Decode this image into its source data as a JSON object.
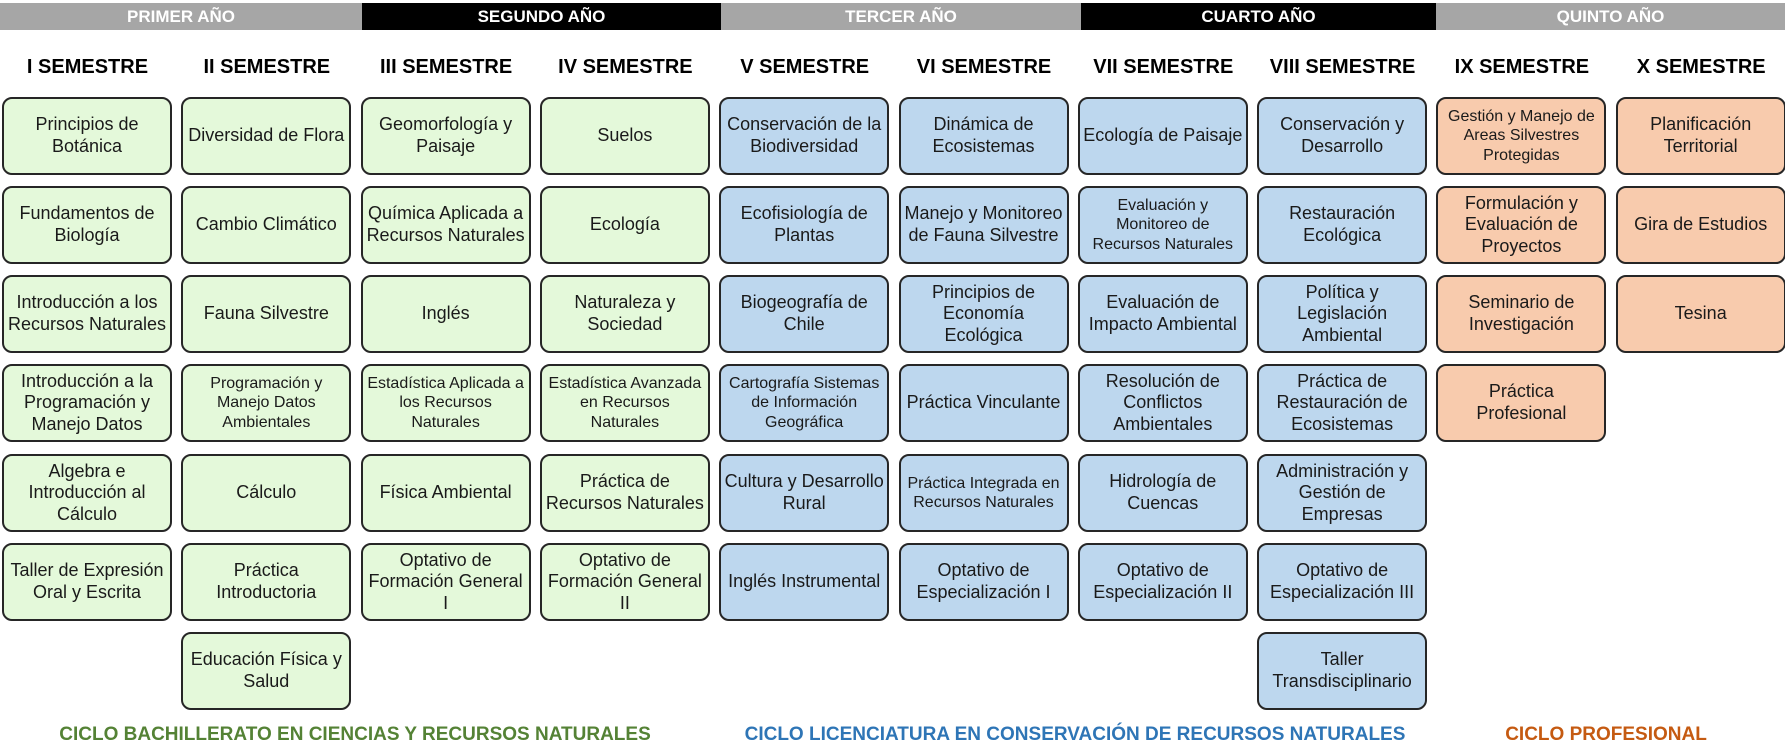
{
  "years": [
    "PRIMER AÑO",
    "SEGUNDO AÑO",
    "TERCER AÑO",
    "CUARTO AÑO",
    "QUINTO AÑO"
  ],
  "semesters": [
    "I SEMESTRE",
    "II SEMESTRE",
    "III SEMESTRE",
    "IV SEMESTRE",
    "V SEMESTRE",
    "VI SEMESTRE",
    "VII SEMESTRE",
    "VIII SEMESTRE",
    "IX SEMESTRE",
    "X SEMESTRE"
  ],
  "courses": [
    [
      "Principios de Botánica",
      "Fundamentos de Biología",
      "Introducción a los Recursos Naturales",
      "Introducción a la Programación y Manejo Datos",
      "Algebra e Introducción al Cálculo",
      "Taller de Expresión Oral y Escrita"
    ],
    [
      "Diversidad de Flora",
      "Cambio Climático",
      "Fauna Silvestre",
      "Programación y Manejo Datos Ambientales",
      "Cálculo",
      "Práctica Introductoria",
      "Educación Física y Salud"
    ],
    [
      "Geomorfología y Paisaje",
      "Química Aplicada a Recursos Naturales",
      "Inglés",
      "Estadística Aplicada a los Recursos Naturales",
      "Física Ambiental",
      "Optativo de Formación General I"
    ],
    [
      "Suelos",
      "Ecología",
      "Naturaleza y Sociedad",
      "Estadística Avanzada en Recursos Naturales",
      "Práctica de Recursos Naturales",
      "Optativo de Formación General II"
    ],
    [
      "Conservación de la Biodiversidad",
      "Ecofisiología de Plantas",
      "Biogeografía de Chile",
      "Cartografía Sistemas de Información Geográfica",
      "Cultura y Desarrollo Rural",
      "Inglés Instrumental"
    ],
    [
      "Dinámica de Ecosistemas",
      "Manejo y Monitoreo de Fauna Silvestre",
      "Principios de Economía Ecológica",
      "Práctica Vinculante",
      "Práctica Integrada en Recursos Naturales",
      "Optativo de Especialización I"
    ],
    [
      "Ecología de Paisaje",
      "Evaluación y Monitoreo de Recursos Naturales",
      "Evaluación de Impacto Ambiental",
      "Resolución de Conflictos Ambientales",
      "Hidrología de Cuencas",
      "Optativo de Especialización II"
    ],
    [
      "Conservación y Desarrollo",
      "Restauración Ecológica",
      "Política y Legislación Ambiental",
      "Práctica de Restauración de Ecosistemas",
      "Administración y Gestión de Empresas",
      "Optativo de Especialización III",
      "Taller Transdisciplinario"
    ],
    [
      "Gestión y Manejo de Areas Silvestres Protegidas",
      "Formulación y Evaluación de Proyectos",
      "Seminario de Investigación",
      "Práctica Profesional"
    ],
    [
      "Planificación Territorial",
      "Gira de Estudios",
      "Tesina"
    ]
  ],
  "cycles": [
    {
      "label": "CICLO BACHILLERATO EN CIENCIAS Y RECURSOS NATURALES",
      "color": "#548235"
    },
    {
      "label": "CICLO LICENCIATURA EN CONSERVACIÓN DE RECURSOS NATURALES",
      "color": "#2e75b6"
    },
    {
      "label": "CICLO PROFESIONAL",
      "color": "#c55a11"
    }
  ],
  "colors": {
    "bachillerato": "#e4f9da",
    "licenciatura": "#bdd7ee",
    "profesional": "#f8cbad"
  }
}
